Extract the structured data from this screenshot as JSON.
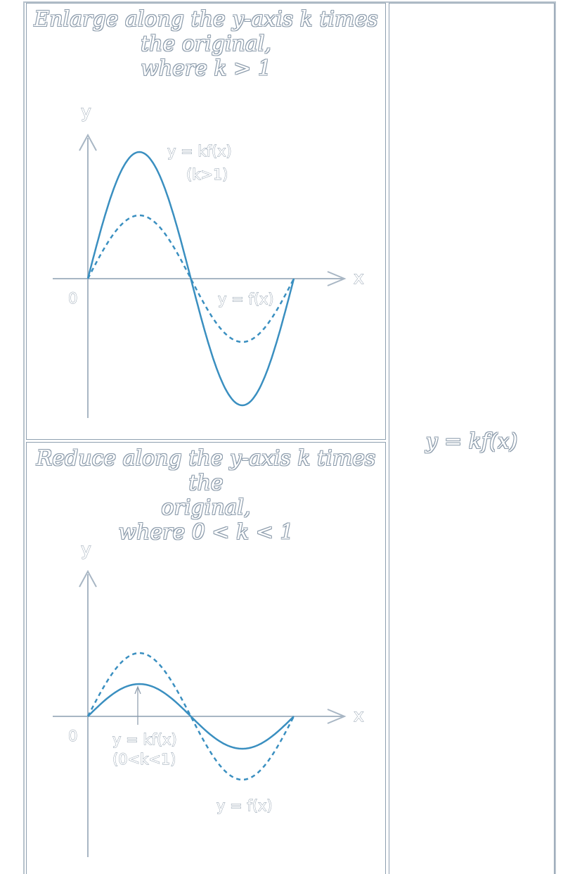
{
  "panels": {
    "top": {
      "caption_line1": "Enlarge along the y-axis k times",
      "caption_line2": "the original,",
      "caption_line3": "where k > 1",
      "y_axis_label": "y",
      "x_axis_label": "x",
      "origin_label": "0",
      "curve_label_line1": "y = kf(x)",
      "curve_label_line2": "(k>1)",
      "base_label": "y = f(x)"
    },
    "bottom": {
      "caption_line1": "Reduce along the y-axis k times the",
      "caption_line2": "original,",
      "caption_line3": "where 0 < k < 1",
      "y_axis_label": "y",
      "x_axis_label": "x",
      "origin_label": "0",
      "curve_label_line1": "y = kf(x)",
      "curve_label_line2": "(0<k<1)",
      "base_label": "y = f(x)"
    }
  },
  "right_cell": {
    "formula": "y = kf(x)"
  },
  "colors": {
    "curve": "#3a8fc0",
    "axis": "#a8b6c4",
    "border": "#8fa0b0",
    "text_outline": "#8a9aaa"
  }
}
